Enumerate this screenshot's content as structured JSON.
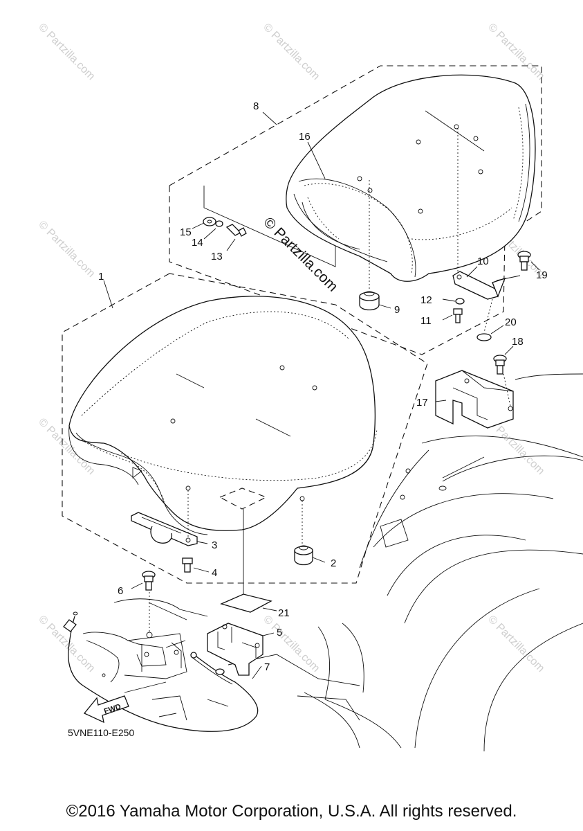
{
  "diagram_code": "5VNE110-E250",
  "copyright": "©2016 Yamaha Motor Corporation, U.S.A. All rights reserved.",
  "center_watermark": "© Partzilla.com",
  "watermark": "© Partzilla.com",
  "fwd_label": "FWD",
  "callouts": [
    "1",
    "2",
    "3",
    "4",
    "5",
    "6",
    "7",
    "8",
    "9",
    "10",
    "11",
    "12",
    "13",
    "14",
    "15",
    "16",
    "17",
    "18",
    "19",
    "20",
    "21"
  ]
}
